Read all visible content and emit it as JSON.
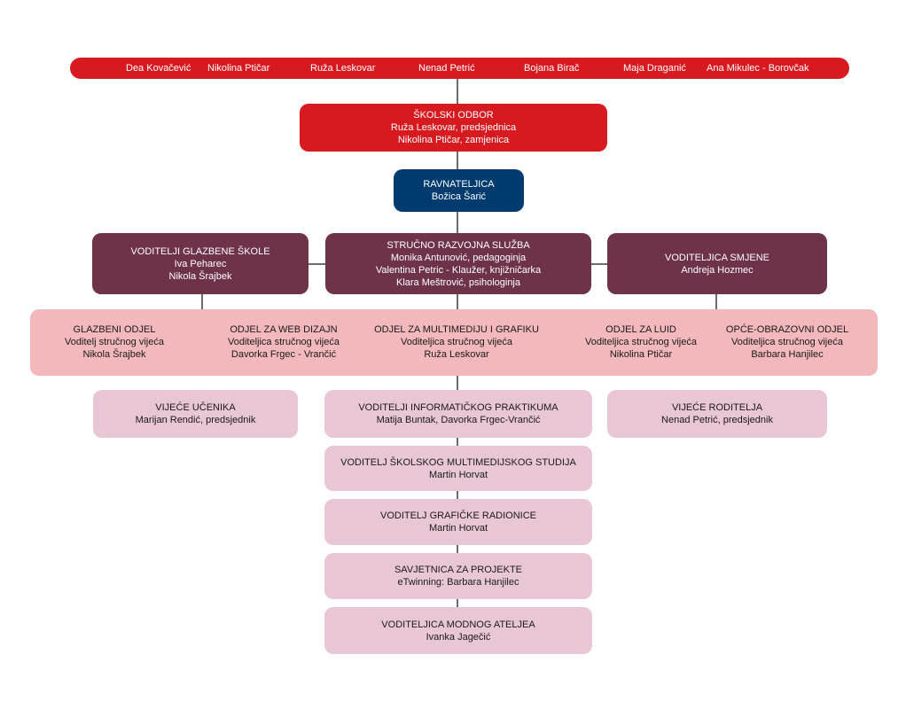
{
  "board_members": [
    "Dea Kovačević",
    "Nikolina Ptičar",
    "Ruža Leskovar",
    "Nenad Petrić",
    "Bojana Birač",
    "Maja Draganić",
    "Ana Mikulec - Borovčak"
  ],
  "school_board": {
    "title": "ŠKOLSKI ODBOR",
    "lines": [
      "Ruža Leskovar, predsjednica",
      "Nikolina Ptičar, zamjenica"
    ]
  },
  "principal": {
    "title": "RAVNATELJICA",
    "lines": [
      "Božica Šarić"
    ]
  },
  "music_school_leads": {
    "title": "VODITELJI  GLAZBENE ŠKOLE",
    "lines": [
      "Iva Peharec",
      "Nikola Šrajbek"
    ]
  },
  "professional_service": {
    "title": "STRUČNO RAZVOJNA SLUŽBA",
    "lines": [
      "Monika Antunović, pedagoginja",
      "Valentina Petric - Klaužer, knjižničarka",
      "Klara Meštrović, psihologinja"
    ]
  },
  "shift_lead": {
    "title": "VODITELJICA SMJENE",
    "lines": [
      "Andreja Hozmec"
    ]
  },
  "departments": [
    {
      "title": "GLAZBENI ODJEL",
      "role": "Voditelj stručnog vijeća",
      "name": "Nikola Šrajbek"
    },
    {
      "title": "ODJEL ZA WEB DIZAJN",
      "role": "Voditeljica stručnog vijeća",
      "name": "Davorka Frgec - Vrančić"
    },
    {
      "title": "ODJEL ZA MULTIMEDIJU I GRAFIKU",
      "role": "Voditeljica stručnog vijeća",
      "name": "Ruža Leskovar"
    },
    {
      "title": "ODJEL ZA LUID",
      "role": "Voditeljica stručnog vijeća",
      "name": "Nikolina Ptičar"
    },
    {
      "title": "OPĆE-OBRAZOVNI ODJEL",
      "role": "Voditeljica stručnog vijeća",
      "name": "Barbara Hanjilec"
    }
  ],
  "student_council": {
    "title": "VIJEĆE UČENIKA",
    "lines": [
      "Marijan  Rendić, predsjednik"
    ]
  },
  "parent_council": {
    "title": "VIJEĆE RODITELJA",
    "lines": [
      "Nenad Petrić, predsjednik"
    ]
  },
  "roles": [
    {
      "title": "VODITELJI INFORMATIČKOG PRAKTIKUMA",
      "line": "Matija Buntak, Davorka Frgec-Vrančić"
    },
    {
      "title": "VODITELJ ŠKOLSKOG MULTIMEDIJSKOG STUDIJA",
      "line": "Martin Horvat"
    },
    {
      "title": "VODITELJ GRAFIČKE RADIONICE",
      "line": "Martin Horvat"
    },
    {
      "title": "SAVJETNICA ZA PROJEKTE",
      "line": "eTwinning: Barbara Hanjilec"
    },
    {
      "title": "VODITELJICA MODNOG ATELJEA",
      "line": "Ivanka Jagečić"
    }
  ],
  "colors": {
    "board": "#d71920",
    "principal": "#003b6f",
    "management": "#6e3249",
    "departments": "#f2b8bb",
    "councils": "#e8c6d5",
    "connector": "#6d6d6d"
  }
}
